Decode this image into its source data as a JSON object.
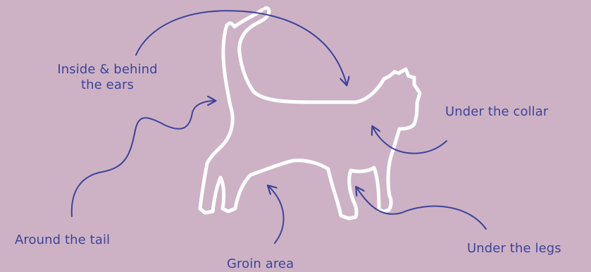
{
  "background_color": "#cdb2c5",
  "accent_color": "#3f4398",
  "outline_color": "#ffffff",
  "labels": {
    "ears_line1": "Inside & behind",
    "ears_line2": "the ears",
    "collar": "Under the collar",
    "tail": "Around the tail",
    "groin": "Groin area",
    "legs": "Under the legs"
  }
}
